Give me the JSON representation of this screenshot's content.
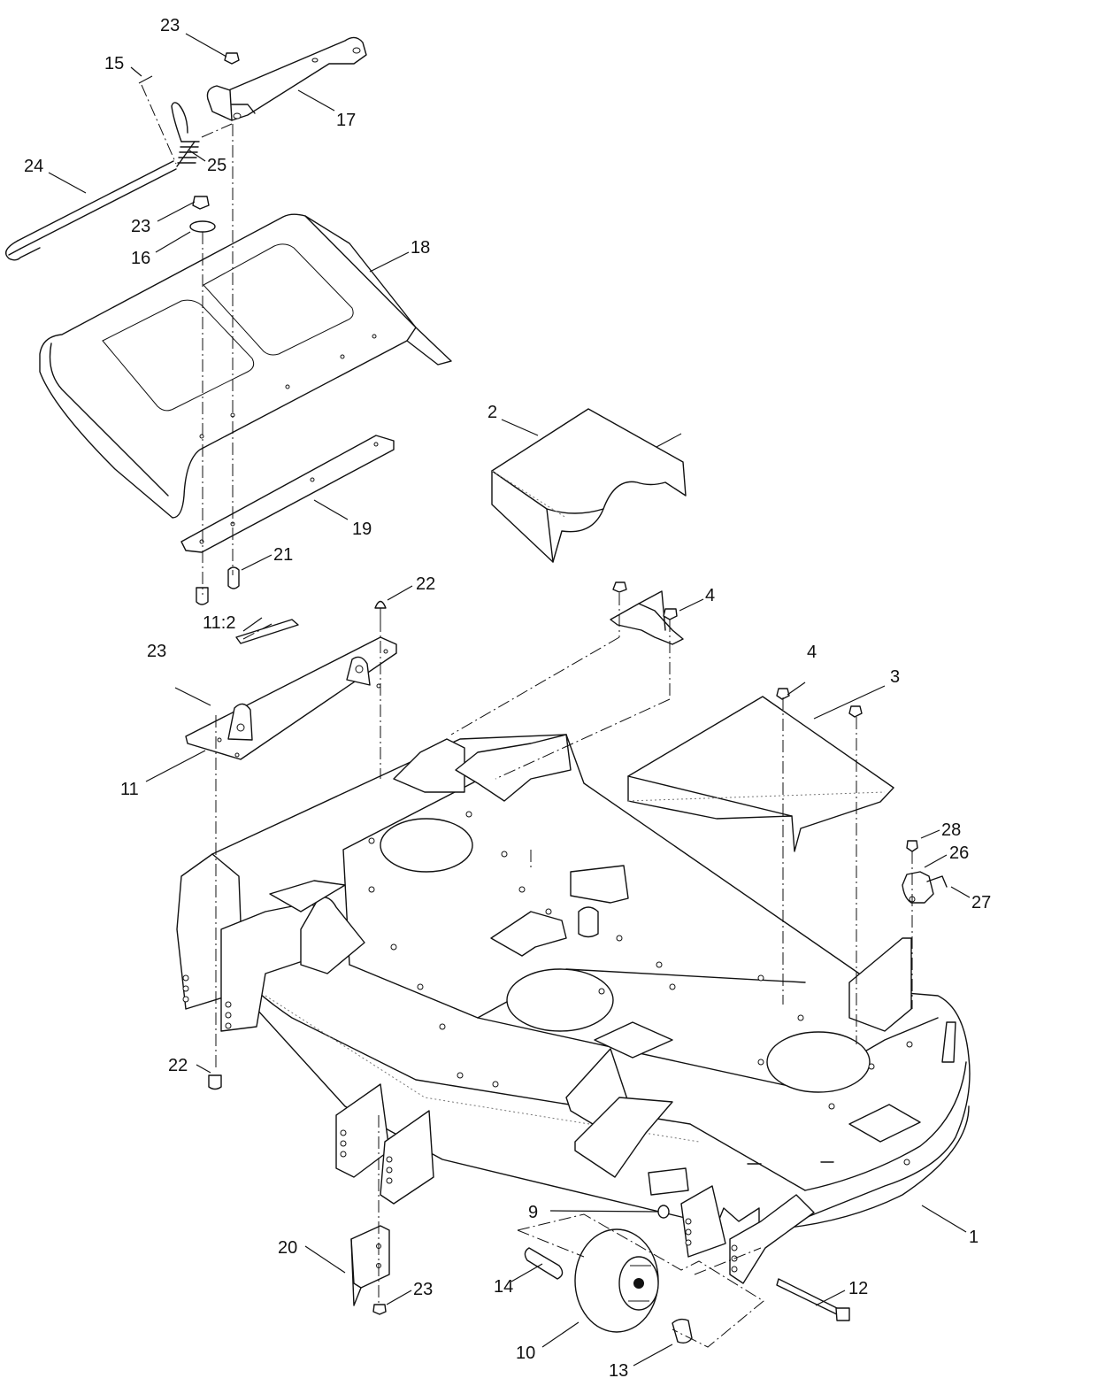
{
  "callouts": [
    {
      "id": "c23a",
      "text": "23"
    },
    {
      "id": "c15",
      "text": "15"
    },
    {
      "id": "c17",
      "text": "17"
    },
    {
      "id": "c24",
      "text": "24"
    },
    {
      "id": "c25",
      "text": "25"
    },
    {
      "id": "c23b",
      "text": "23"
    },
    {
      "id": "c16",
      "text": "16"
    },
    {
      "id": "c18",
      "text": "18"
    },
    {
      "id": "c2",
      "text": "2"
    },
    {
      "id": "c19",
      "text": "19"
    },
    {
      "id": "c21",
      "text": "21"
    },
    {
      "id": "c22a",
      "text": "22"
    },
    {
      "id": "c11_2",
      "text": "11:2"
    },
    {
      "id": "c4a",
      "text": "4"
    },
    {
      "id": "c23c",
      "text": "23"
    },
    {
      "id": "c4b",
      "text": "4"
    },
    {
      "id": "c3",
      "text": "3"
    },
    {
      "id": "c11",
      "text": "11"
    },
    {
      "id": "c28",
      "text": "28"
    },
    {
      "id": "c26",
      "text": "26"
    },
    {
      "id": "c27",
      "text": "27"
    },
    {
      "id": "c22b",
      "text": "22"
    },
    {
      "id": "c9",
      "text": "9"
    },
    {
      "id": "c1",
      "text": "1"
    },
    {
      "id": "c20",
      "text": "20"
    },
    {
      "id": "c23d",
      "text": "23"
    },
    {
      "id": "c14",
      "text": "14"
    },
    {
      "id": "c12",
      "text": "12"
    },
    {
      "id": "c10",
      "text": "10"
    },
    {
      "id": "c13",
      "text": "13"
    }
  ]
}
